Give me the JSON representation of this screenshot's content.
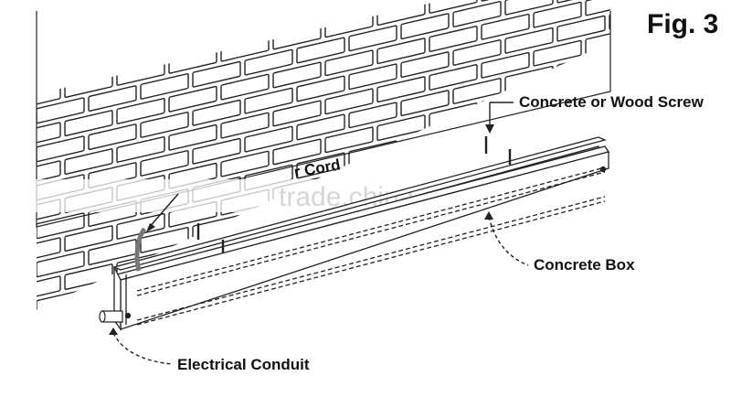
{
  "figure": {
    "title": "Fig. 3"
  },
  "labels": {
    "screw": "Concrete or Wood Screw",
    "cord_partial": "r Cord",
    "box": "Concrete Box",
    "conduit": "Electrical Conduit"
  },
  "watermark": {
    "text": "trade.china.cn"
  },
  "colors": {
    "line": "#222222",
    "box_fill": "#bfbfbf",
    "wall_fill": "#ffffff",
    "watermark": "#cfcfcf"
  }
}
